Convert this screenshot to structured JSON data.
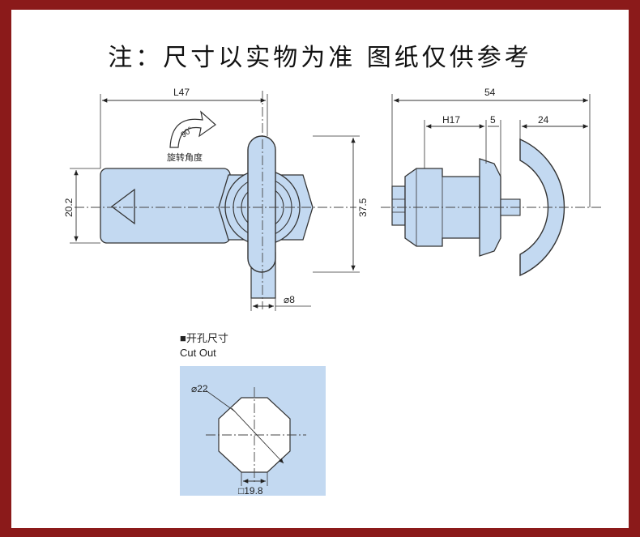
{
  "header": {
    "note": "注：尺寸以实物为准 图纸仅供参考"
  },
  "colors": {
    "part_fill": "#c3d9f1",
    "outline": "#333333",
    "frame": "#8b1a1a"
  },
  "left_view": {
    "length": "L47",
    "width": "20.2",
    "height": "37.5",
    "shaft_dia": "⌀8",
    "rotation_text": "90°",
    "rotation_label": "旋转角度"
  },
  "side_view": {
    "total": "54",
    "h_len": "H17",
    "mid": "5",
    "handle": "24"
  },
  "cutout": {
    "title_cn": "■开孔尺寸",
    "title_en": "Cut Out",
    "diameter": "⌀22",
    "flat": "□19.8"
  }
}
